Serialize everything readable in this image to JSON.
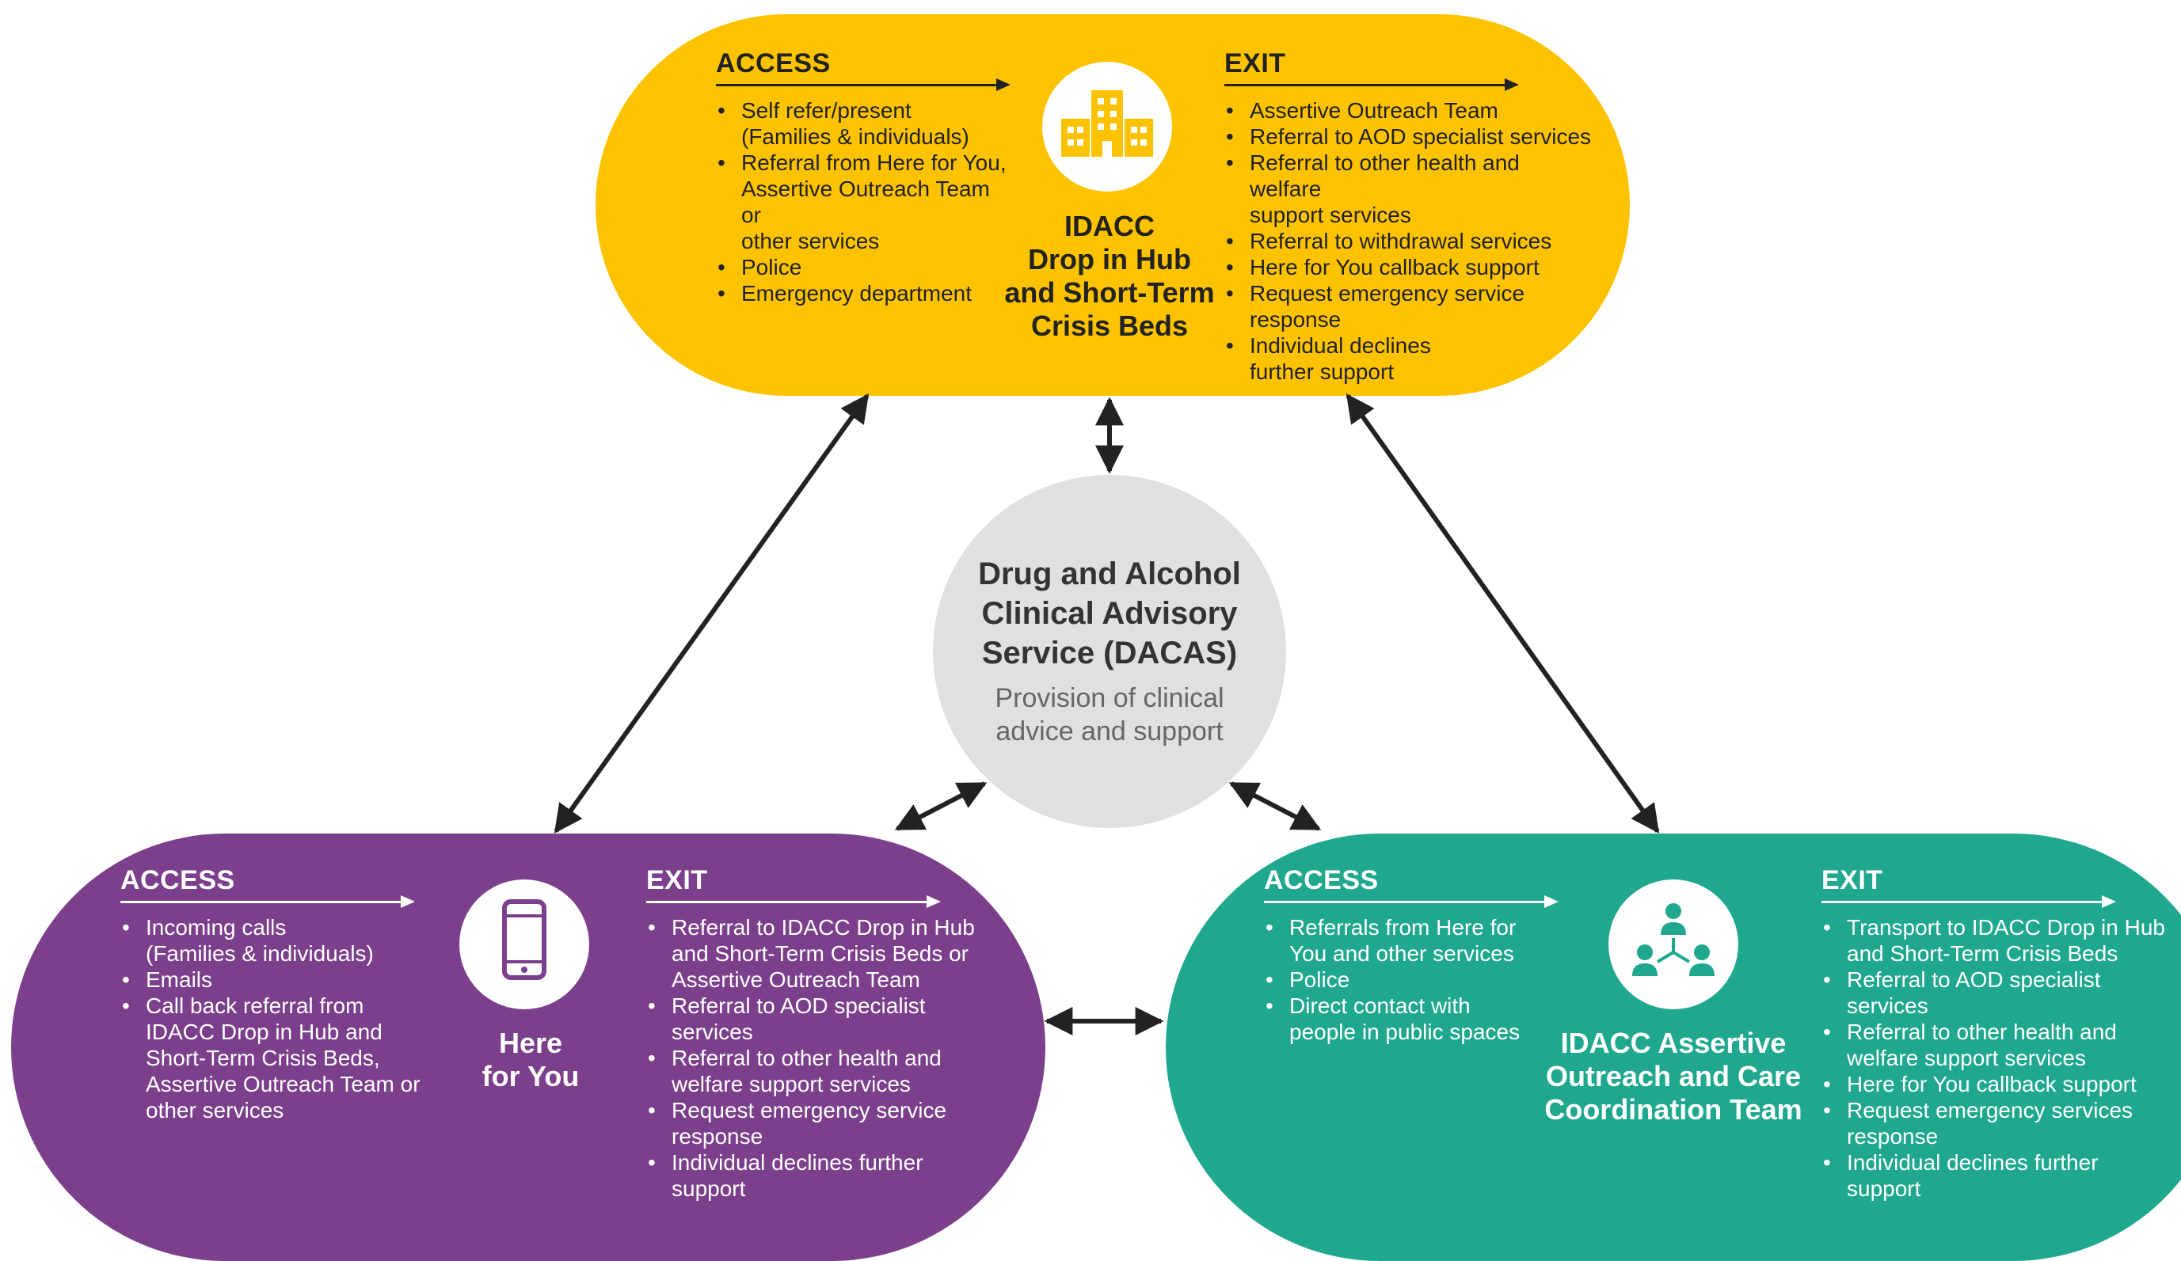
{
  "colors": {
    "yellow": "#FDC300",
    "purple": "#7B3F8B",
    "green": "#1FA88E",
    "grey": "#E0E0E0",
    "arrow": "#222222"
  },
  "top": {
    "access_heading": "ACCESS",
    "access_items": [
      "Self refer/present",
      "(Families & individuals)",
      "Referral from Here for You,",
      "Assertive Outreach Team or",
      "other services",
      "Police",
      "Emergency department"
    ],
    "title_lines": [
      "IDACC",
      "Drop in Hub",
      "and Short-Term",
      "Crisis Beds"
    ],
    "icon": "building-icon",
    "exit_heading": "EXIT",
    "exit_items": [
      "Assertive Outreach Team",
      "Referral to AOD specialist services",
      "Referral to other health and welfare",
      "support services",
      "Referral to withdrawal services",
      "Here for You callback support",
      "Request emergency service",
      "response",
      "Individual declines",
      "further support"
    ]
  },
  "left": {
    "access_heading": "ACCESS",
    "access_items": [
      "Incoming calls",
      "(Families & individuals)",
      "Emails",
      "Call back referral from",
      "IDACC Drop in Hub and",
      "Short-Term Crisis Beds,",
      "Assertive Outreach Team or",
      "other services"
    ],
    "title_lines": [
      "Here",
      "for You"
    ],
    "icon": "phone-icon",
    "exit_heading": "EXIT",
    "exit_items": [
      "Referral to IDACC Drop in Hub",
      "and Short-Term Crisis Beds or",
      "Assertive Outreach Team",
      "Referral to AOD specialist",
      "services",
      "Referral to other health and",
      "welfare support services",
      "Request emergency service",
      "response",
      "Individual declines further",
      "support"
    ]
  },
  "right": {
    "access_heading": "ACCESS",
    "access_items": [
      "Referrals from Here for",
      "You and other services",
      "Police",
      "Direct contact with",
      "people in public spaces"
    ],
    "title_lines": [
      "IDACC Assertive",
      "Outreach and Care",
      "Coordination Team"
    ],
    "icon": "team-network-icon",
    "exit_heading": "EXIT",
    "exit_items": [
      "Transport to IDACC Drop in Hub",
      "and Short-Term Crisis Beds",
      "Referral to AOD specialist",
      "services",
      "Referral to other health and",
      "welfare support services",
      "Here for You callback support",
      "Request emergency services",
      "response",
      "Individual declines further",
      "support"
    ]
  },
  "center": {
    "title_lines": [
      "Drug and Alcohol",
      "Clinical Advisory",
      "Service (DACAS)"
    ],
    "subtitle_lines": [
      "Provision of clinical",
      "advice and support"
    ]
  }
}
